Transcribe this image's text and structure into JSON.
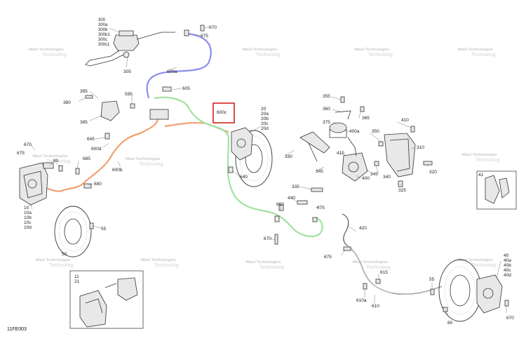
{
  "figure_code": "11FE003",
  "highlighted_callout": "600c",
  "colors": {
    "line_blue": "#8c8ef0",
    "line_orange": "#f2a070",
    "line_green": "#9fe39f",
    "highlight": "#d42020",
    "watermark": "#c9c9c9"
  },
  "watermark": {
    "line1": "•Maxi Technologies",
    "line2": "Technolog"
  },
  "callouts": {
    "c300": "300",
    "c300a": "300a",
    "c300b": "300b",
    "c300b1": "300b1",
    "c300c": "300c",
    "c300c1": "300c1",
    "c670a": "670",
    "c675a": "675",
    "c305": "305",
    "c600a": "600a",
    "c395": "395",
    "c380": "380",
    "c595": "595",
    "c605": "605",
    "c385": "385",
    "c645": "645",
    "c600d": "600d",
    "c670b": "670",
    "c675b": "675",
    "c80a": "80",
    "c685": "685",
    "c600b": "600b",
    "c680": "680",
    "c10": "10",
    "c10a": "10a",
    "c10b": "10b",
    "c10c": "10c",
    "c10d": "10d",
    "c55a": "55",
    "c50": "50",
    "c11": "11",
    "c21": "21",
    "c20": "20",
    "c20a": "20a",
    "c20b": "20b",
    "c20c": "20c",
    "c20d": "20d",
    "c600c": "600c",
    "c640": "640",
    "c330": "330",
    "c345": "345",
    "c335": "335",
    "c440": "440",
    "c860": "860",
    "c675c": "675",
    "c670c": "670",
    "c355": "355",
    "c360": "360",
    "c365": "365",
    "c375": "375",
    "c400a": "400a",
    "c415": "415",
    "c345b": "345",
    "c400": "400",
    "c340": "340",
    "c350": "350",
    "c410": "410",
    "c310": "310",
    "c320": "320",
    "c325": "325",
    "c41": "41",
    "c420": "420",
    "c675d": "675",
    "c615": "615",
    "c610a": "610a",
    "c610": "610",
    "c55b": "55",
    "c80b": "80",
    "c40": "40",
    "c40a": "40a",
    "c40b": "40b",
    "c40c": "40c",
    "c40d": "40d",
    "c670d": "670"
  }
}
